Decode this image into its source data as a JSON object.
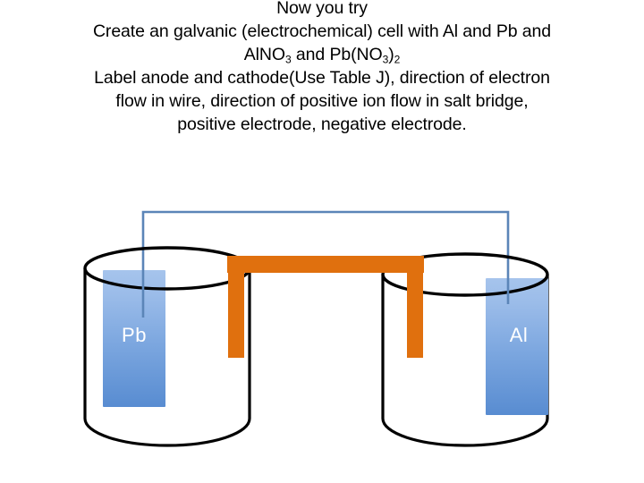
{
  "slide": {
    "title": "Now you try",
    "prompt_lines": [
      "Now you try",
      "Create an galvanic (electrochemical) cell with Al and Pb and",
      "AlNO3 and Pb(NO3)2",
      "Label anode and cathode(Use Table J), direction of electron flow in wire, direction of positive ion flow in salt bridge, positive electrode, negative electrode."
    ],
    "instruction_line_1": "Create an galvanic (electrochemical) cell with Al and Pb and",
    "formula_prefix": "AlNO",
    "formula_sub_1": "3",
    "formula_mid": " and Pb(NO",
    "formula_sub_2": "3",
    "formula_close": ")",
    "formula_sub_3": "2",
    "task_line_1": "Label anode and cathode(Use Table J), direction of electron",
    "task_line_2": "flow in wire, direction of positive ion flow in salt bridge,",
    "task_line_3": "positive electrode, negative electrode."
  },
  "diagram": {
    "name": "galvanic-cell-diagram",
    "left_beaker": {
      "name": "left-beaker",
      "electrode_label": "Pb"
    },
    "right_beaker": {
      "name": "right-beaker",
      "electrode_label": "Al"
    },
    "salt_bridge": {
      "name": "salt-bridge",
      "color": "#E0700E"
    },
    "wire": {
      "name": "connecting-wire",
      "color": "#5B85B8"
    },
    "colors": {
      "electrode_top": "#9DBDE9",
      "electrode_bottom": "#5C8FD2",
      "beaker_outline": "#000000",
      "background": "#FFFFFF",
      "salt_bridge_orange": "#E0700E",
      "wire_blue": "#5B85B8",
      "label_text": "#FFFFFF"
    }
  }
}
